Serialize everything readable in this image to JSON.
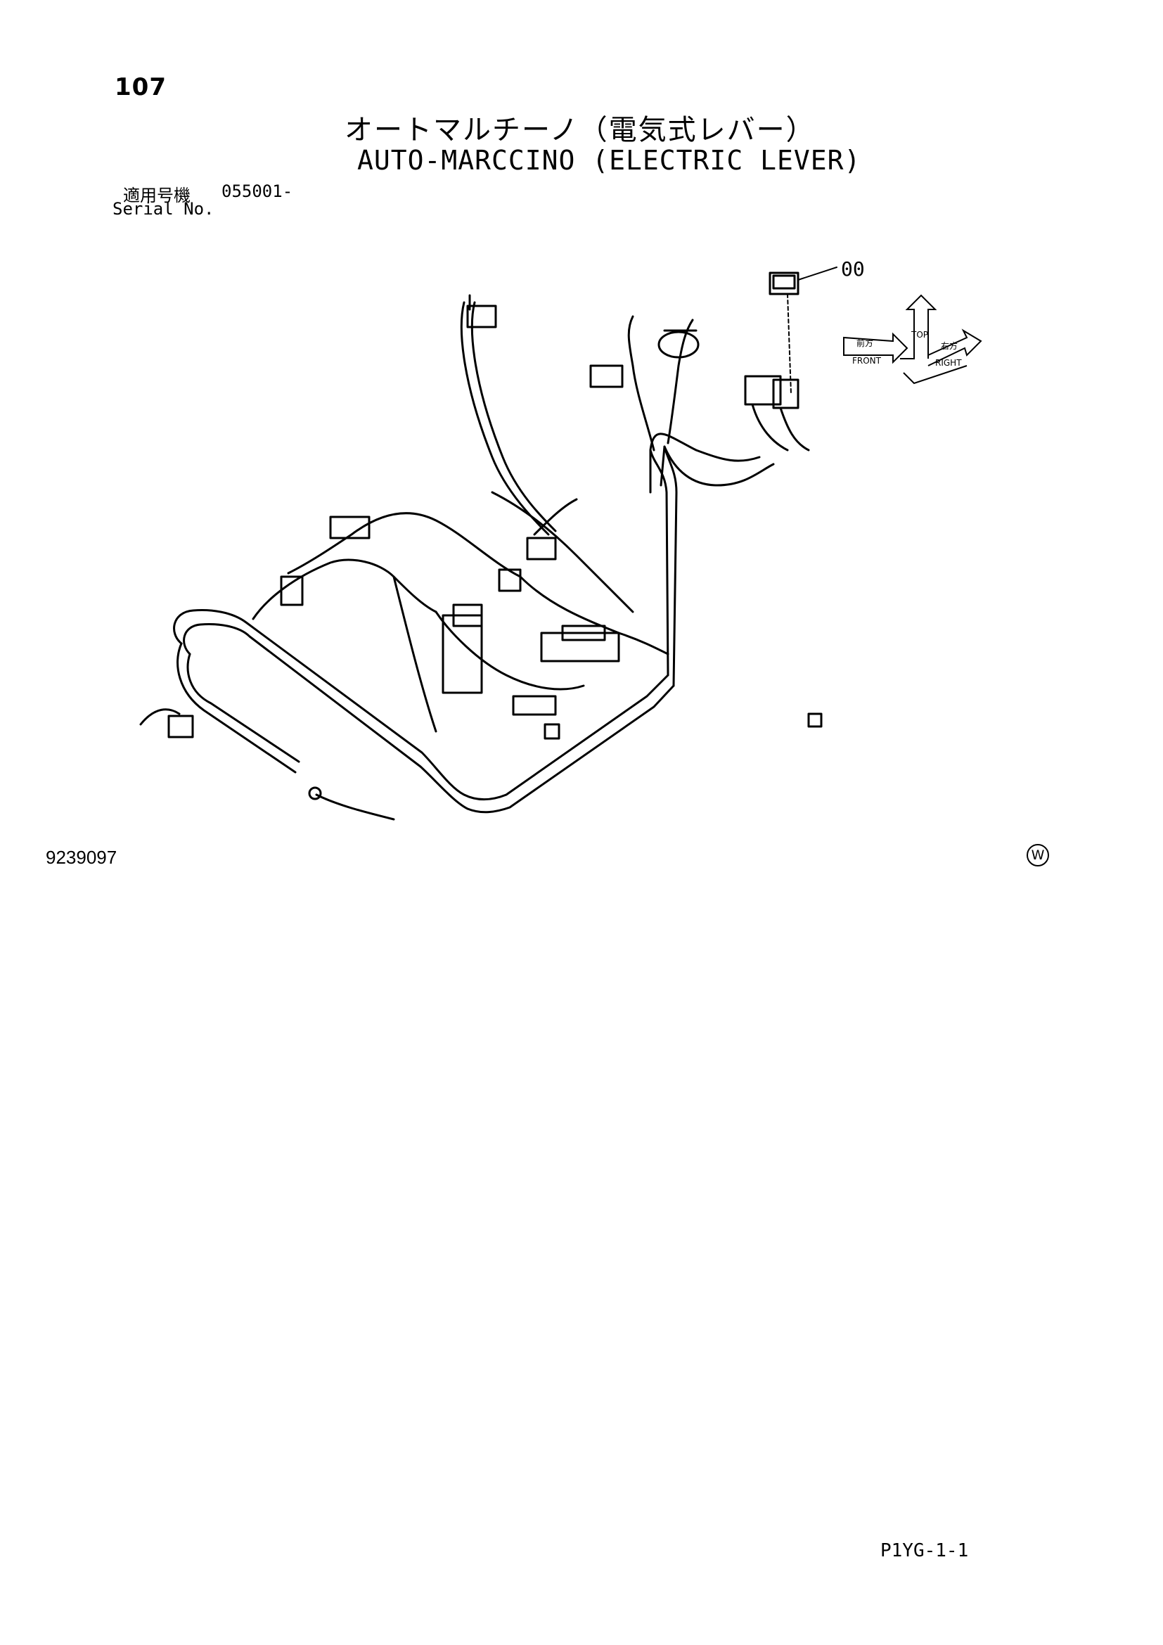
{
  "page_number": "107",
  "title_jp": "オートマルチーノ（電気式レバー）",
  "title_en": "AUTO-MARCCINO (ELECTRIC LEVER)",
  "serial": {
    "label_jp": "適用号機",
    "number": "055001-",
    "label_en": "Serial No."
  },
  "callouts": [
    {
      "label": "00"
    }
  ],
  "orientation": {
    "top": "TOP",
    "front": "FRONT",
    "right": "RIGHT",
    "front_jp": "前方",
    "right_jp": "右方"
  },
  "drawing_number": "9239097",
  "w_mark": "W",
  "page_code": "P1YG-1-1"
}
